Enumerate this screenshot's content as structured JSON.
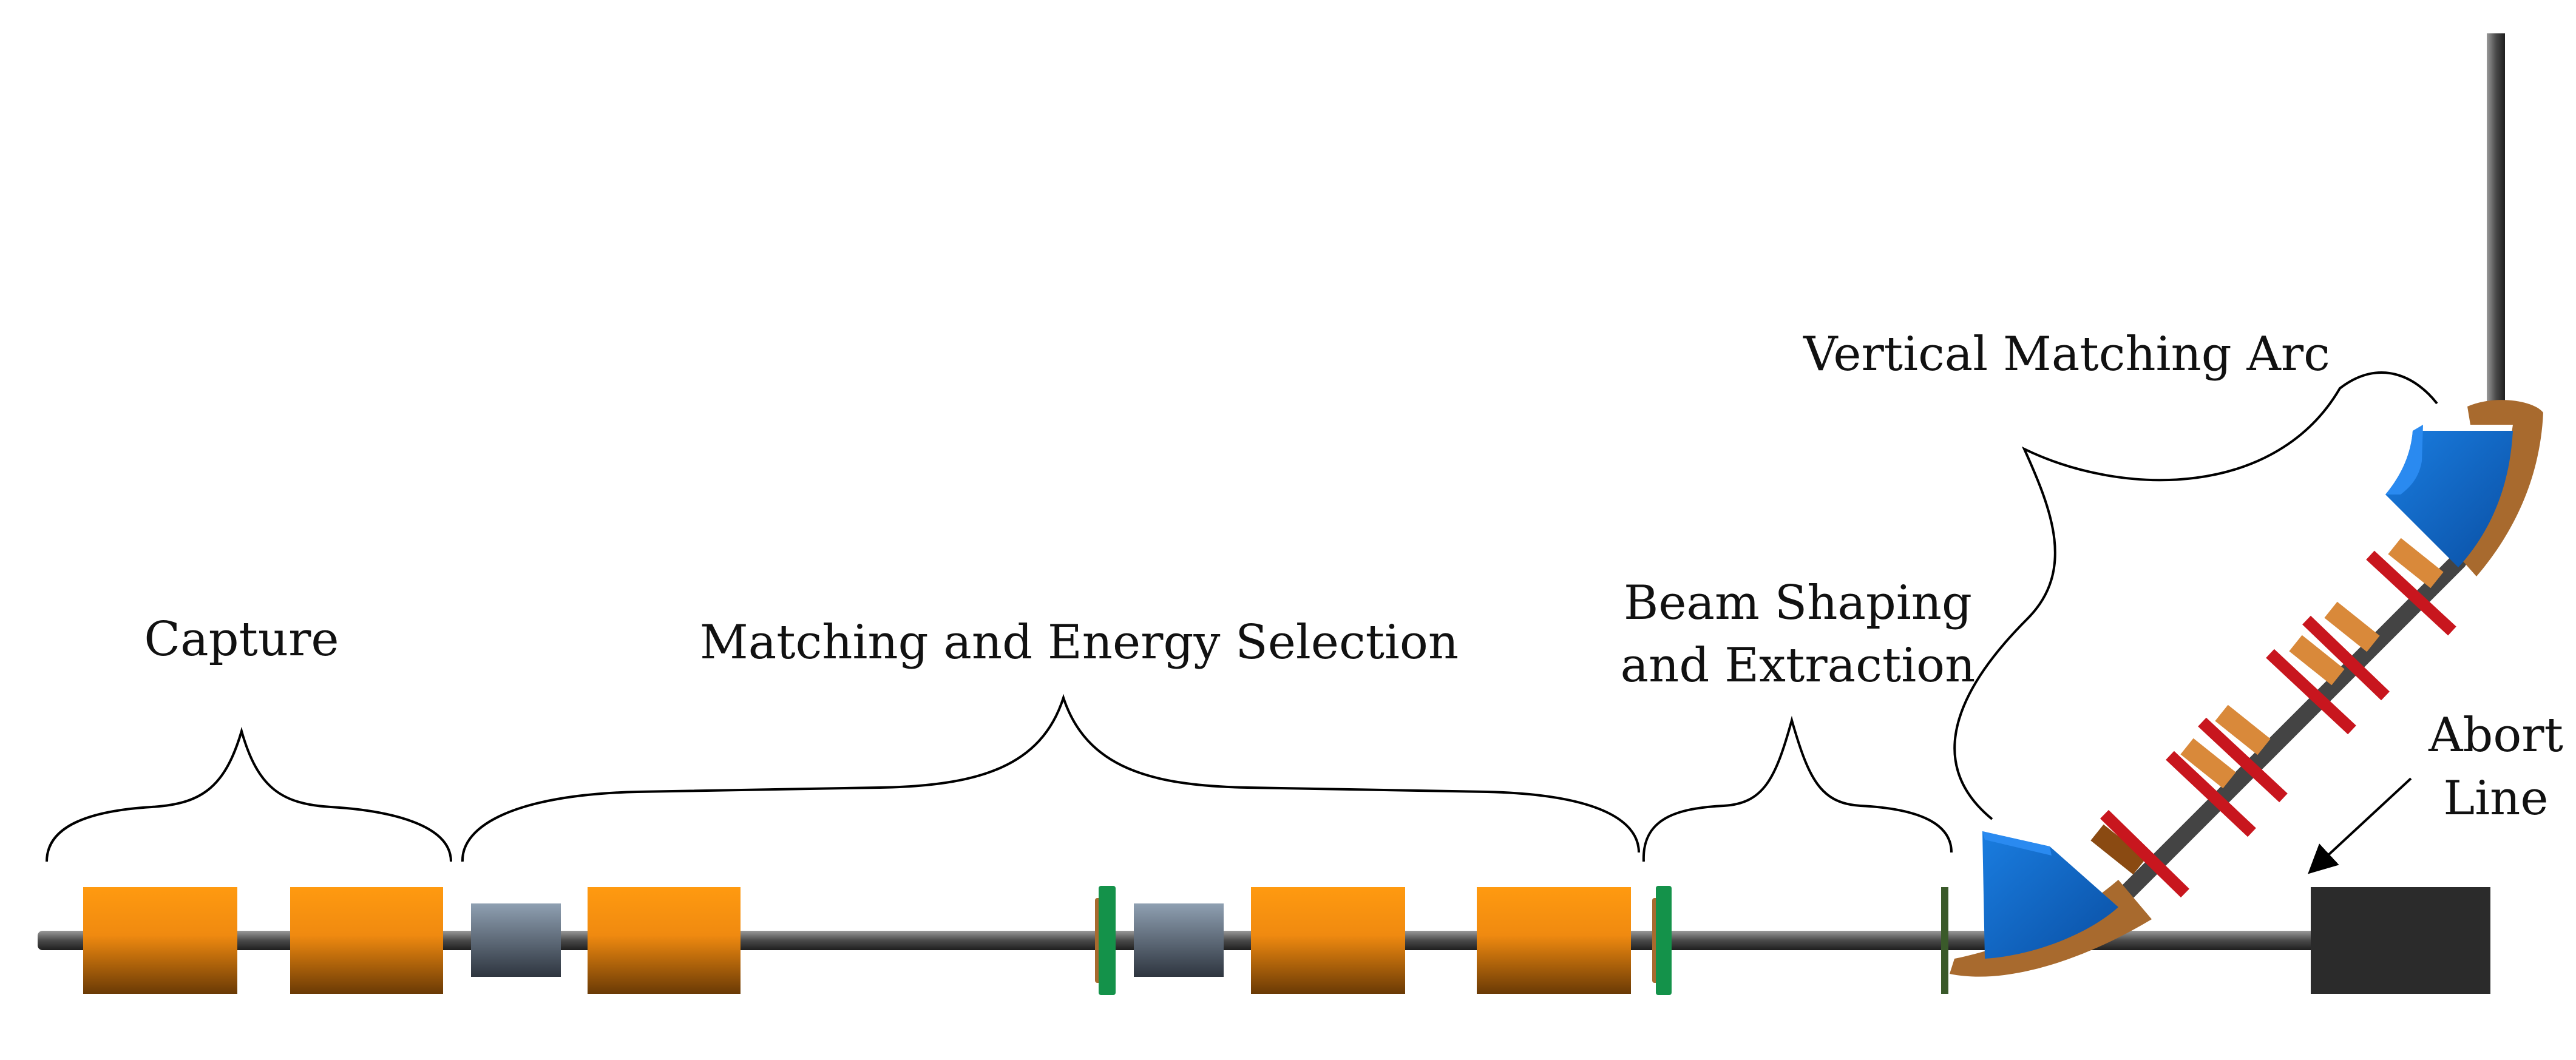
{
  "labels": {
    "capture": "Capture",
    "matching": "Matching and Energy Selection",
    "beam_shaping_line1": "Beam Shaping",
    "beam_shaping_line2": "and Extraction",
    "vertical_arc": "Vertical Matching Arc",
    "abort_line1": "Abort",
    "abort_line2": "Line"
  },
  "colors": {
    "solenoid_top": "#ff9a10",
    "solenoid_bottom": "#6a3a05",
    "collimator_top": "#8fa0b2",
    "collimator_bottom": "#2e353f",
    "rf_ring": "#14924a",
    "dipole_blue": "#0a5bb5",
    "dipole_brown": "#a86a2e",
    "quad_red": "#c8161e",
    "pipe": "#555555",
    "abort_dump": "#2b2b2b"
  },
  "components": [
    "solenoid",
    "solenoid",
    "collimator",
    "solenoid",
    "rf-cavity",
    "collimator",
    "solenoid",
    "solenoid",
    "rf-cavity",
    "extraction-septum",
    "dipole",
    "quadrupole",
    "dipole",
    "beam-dump"
  ]
}
